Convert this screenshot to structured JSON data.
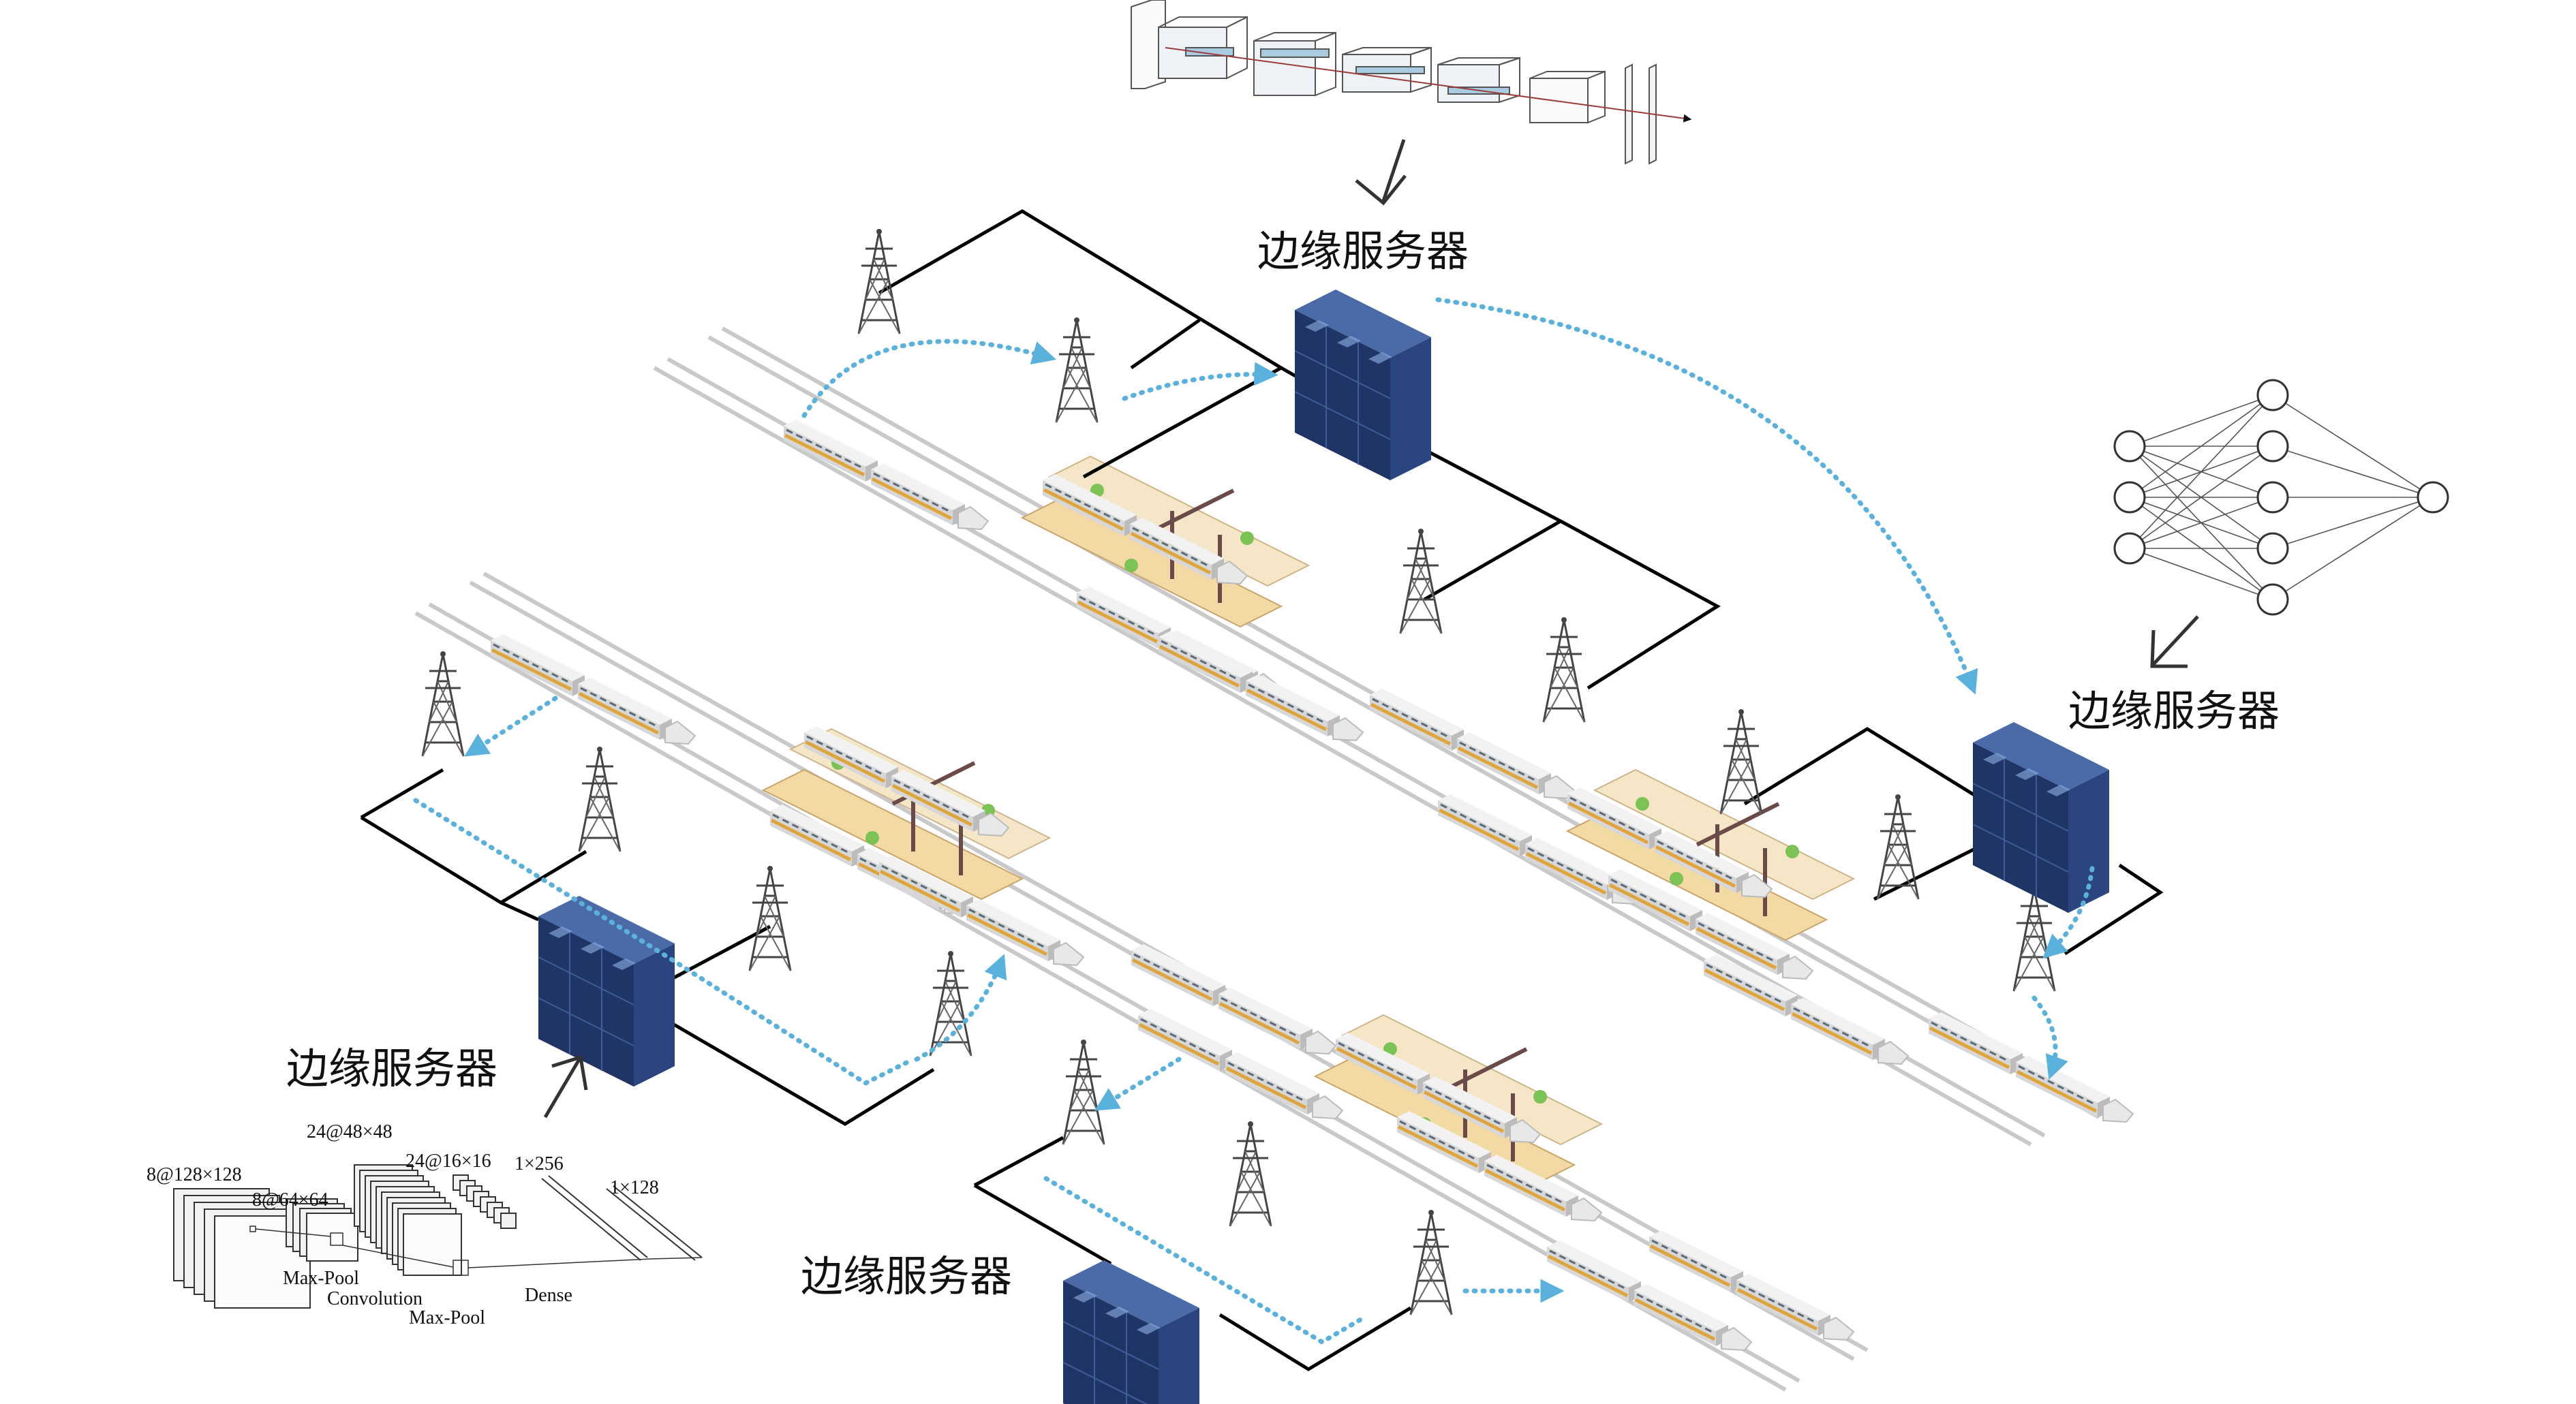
{
  "server_labels": {
    "top": "边缘服务器",
    "right": "边缘服务器",
    "left": "边缘服务器",
    "bottom": "边缘服务器"
  },
  "cnn": {
    "layers": [
      "8@128×128",
      "8@64×64",
      "24@48×48",
      "24@16×16",
      "1×256",
      "1×128"
    ],
    "ops": [
      "Max-Pool",
      "Convolution",
      "Max-Pool",
      "Dense"
    ]
  },
  "colors": {
    "flow": "#5ab2dc",
    "server": "#1f3566",
    "train_stripe": "#e0a53a",
    "platform": "#f3d9a3",
    "link": "#000000"
  }
}
